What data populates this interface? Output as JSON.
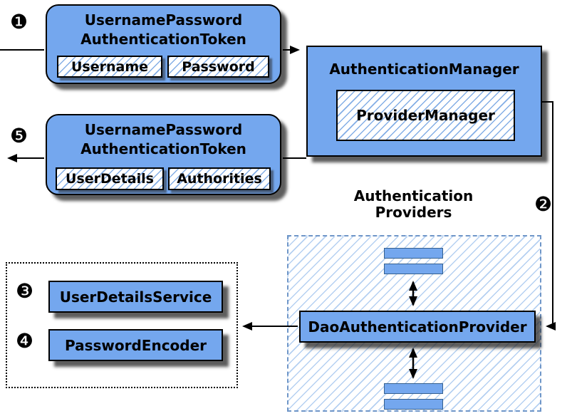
{
  "badges": {
    "step1": "❶",
    "step2": "❷",
    "step3": "❸",
    "step4": "❹",
    "step5": "❺"
  },
  "request_token": {
    "title_line1": "UsernamePassword",
    "title_line2": "AuthenticationToken",
    "fields": [
      "Username",
      "Password"
    ]
  },
  "authentication_manager": {
    "title": "AuthenticationManager",
    "provider_manager": "ProviderManager"
  },
  "authenticated_token": {
    "title_line1": "UsernamePassword",
    "title_line2": "AuthenticationToken",
    "fields": [
      "UserDetails",
      "Authorities"
    ]
  },
  "authentication_providers": {
    "label_line1": "Authentication",
    "label_line2": "Providers",
    "dao_provider": "DaoAuthenticationProvider"
  },
  "services_box": {
    "user_details_service": "UserDetailsService",
    "password_encoder": "PasswordEncoder"
  },
  "colors": {
    "box_fill": "#74a7ee",
    "hatch_line": "#78aae6",
    "dashed_border": "#6f96c8",
    "shadow": "#282828",
    "text": "#000000"
  }
}
